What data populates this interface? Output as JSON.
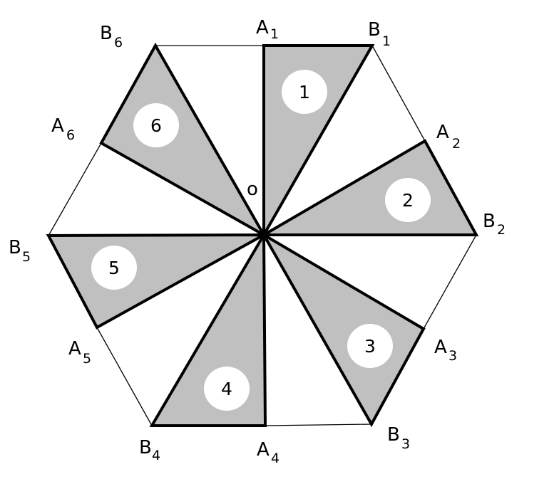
{
  "figure": {
    "center_label": "o",
    "vertices": [
      {
        "id": "A1",
        "base": "A",
        "sub": "1"
      },
      {
        "id": "B1",
        "base": "B",
        "sub": "1"
      },
      {
        "id": "A2",
        "base": "A",
        "sub": "2"
      },
      {
        "id": "B2",
        "base": "B",
        "sub": "2"
      },
      {
        "id": "A3",
        "base": "A",
        "sub": "3"
      },
      {
        "id": "B3",
        "base": "B",
        "sub": "3"
      },
      {
        "id": "A4",
        "base": "A",
        "sub": "4"
      },
      {
        "id": "B4",
        "base": "B",
        "sub": "4"
      },
      {
        "id": "A5",
        "base": "A",
        "sub": "5"
      },
      {
        "id": "B5",
        "base": "B",
        "sub": "5"
      },
      {
        "id": "A6",
        "base": "A",
        "sub": "6"
      },
      {
        "id": "B6",
        "base": "B",
        "sub": "6"
      }
    ],
    "triangles": [
      {
        "number": "1",
        "vertices": [
          "O",
          "A1",
          "B1"
        ]
      },
      {
        "number": "2",
        "vertices": [
          "O",
          "A2",
          "B2"
        ]
      },
      {
        "number": "3",
        "vertices": [
          "O",
          "A3",
          "B3"
        ]
      },
      {
        "number": "4",
        "vertices": [
          "O",
          "A4",
          "B4"
        ]
      },
      {
        "number": "5",
        "vertices": [
          "O",
          "A5",
          "B5"
        ]
      },
      {
        "number": "6",
        "vertices": [
          "O",
          "A6",
          "B6"
        ]
      }
    ],
    "colors": {
      "shaded_fill": "#c0c0c0",
      "number_circle": "#ffffff",
      "stroke": "#000000",
      "background": "#ffffff"
    }
  }
}
